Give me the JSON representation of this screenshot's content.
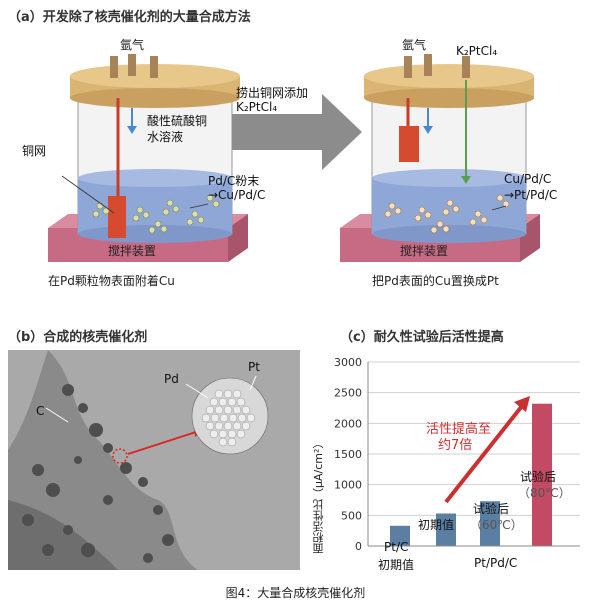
{
  "panel_a": {
    "title": "（a）开发除了核壳催化剂的大量合成方法",
    "left": {
      "gas": "氩气",
      "solution_line1": "酸性硫酸铜",
      "solution_line2": "水溶液",
      "mesh": "铜网",
      "powder_line1": "Pd/C粉末",
      "powder_line2": "→Cu/Pd/C",
      "stirrer": "搅拌装置",
      "caption": "在Pd颗粒物表面附着Cu"
    },
    "arrow_line1": "捞出铜网添加",
    "arrow_line2": "K₂PtCl₄",
    "right": {
      "gas": "氩气",
      "reagent": "K₂PtCl₄",
      "powder_line1": "Cu/Pd/C",
      "powder_line2": "→Pt/Pd/C",
      "stirrer": "搅拌装置",
      "caption": "把Pd表面的Cu置换成Pt"
    }
  },
  "panel_b": {
    "title": "（b）合成的核壳催化剂",
    "label_c": "C",
    "label_pd": "Pd",
    "label_pt": "Pt"
  },
  "panel_c": {
    "title": "（c）耐久性试验后活性提高",
    "ylabel": "面积活性比（μA/cm²）",
    "annotation_line1": "活性提高至",
    "annotation_line2": "约7倍",
    "bar_labels": [
      {
        "line1": "初期值",
        "line2": ""
      },
      {
        "line1": "试验后",
        "line2": "（60℃）"
      },
      {
        "line1": "试验后",
        "line2": "（80℃）"
      }
    ],
    "group_labels": [
      {
        "line1": "Pt/C",
        "line2": "初期值"
      },
      {
        "line1": "Pt/Pd/C",
        "line2": ""
      }
    ],
    "colors": {
      "blue_bar": "#5b7fa3",
      "red_bar": "#c24a62",
      "arrow": "#cc2f2f"
    }
  },
  "chart_data": {
    "type": "bar",
    "title": "（c）耐久性试验后活性提高",
    "ylabel": "面积活性比（μA/cm²）",
    "ylim": [
      0,
      3000
    ],
    "yticks": [
      "0",
      "500",
      "1000",
      "1500",
      "2000",
      "2500",
      "3000"
    ],
    "categories": [
      "Pt/C 初期值",
      "Pt/Pd/C 初期值",
      "Pt/Pd/C 试验后（60℃）",
      "Pt/Pd/C 试验后（80℃）"
    ],
    "values": [
      330,
      530,
      730,
      2320
    ],
    "grid": true
  },
  "figure_caption": "图4：大量合成核壳催化剂"
}
